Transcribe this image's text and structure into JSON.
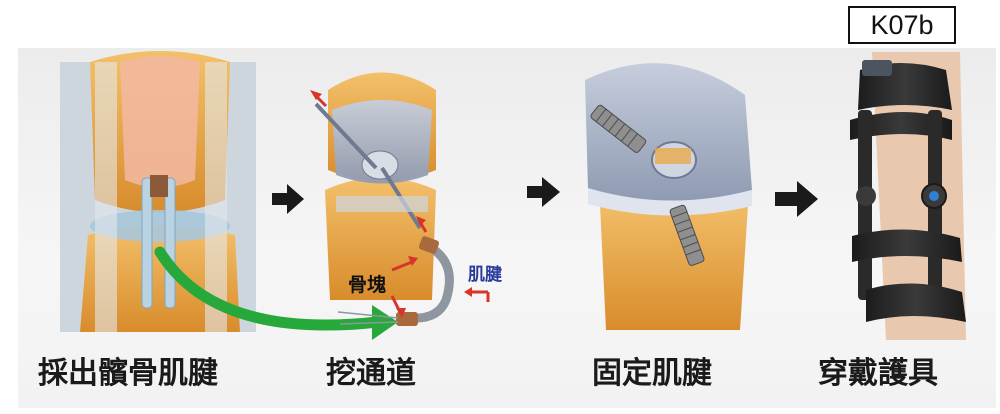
{
  "figure_code": "K07b",
  "steps": [
    {
      "caption": "採出髕骨肌腱"
    },
    {
      "caption": "挖通道"
    },
    {
      "caption": "固定肌腱"
    },
    {
      "caption": "穿戴護具"
    }
  ],
  "graft_labels": {
    "bone_block": "骨塊",
    "tendon": "肌腱"
  },
  "colors": {
    "bone": "#e9a94a",
    "bone_dark": "#c97d22",
    "cartilage": "#9aa6bd",
    "arrow": "#1a1a1a",
    "harvest_arrow": "#27a83a",
    "red_arrow": "#d8352a",
    "tendon_label": "#2a3a9a"
  }
}
